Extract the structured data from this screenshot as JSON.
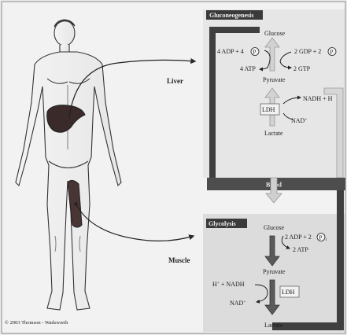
{
  "figure": {
    "gluconeogenesis_title": "Gluconeogenesis",
    "glycolysis_title": "Glycolysis",
    "blood_label": "Blood",
    "liver_label": "Liver",
    "muscle_label": "Muscle",
    "copyright": "© 2003 Thomson - Wadsworth"
  },
  "gluconeogenesis": {
    "glucose": "Glucose",
    "adp_left": "4 ADP + 4",
    "p_left": "P",
    "gdp_right": "2 GDP + 2",
    "p_right": "P",
    "atp_left": "4 ATP",
    "gtp_right": "2 GTP",
    "pyruvate": "Pyruvate",
    "nadh": "NADH + H",
    "ldh": "LDH",
    "nad": "NAD",
    "nad_sup": "+",
    "lactate": "Lactate"
  },
  "glycolysis": {
    "glucose": "Glucose",
    "adp": "2 ADP + 2",
    "p": "P",
    "p_suffix": "i",
    "atp": "2 ATP",
    "pyruvate": "Pyruvate",
    "h_nadh_h": "H",
    "h_nadh_sup": "+",
    "h_nadh_rest": " + NADH",
    "ldh": "LDH",
    "nad": "NAD",
    "nad_sup": "+",
    "lactate": "Lactate"
  },
  "colors": {
    "frame_gray": "#3a3a3a",
    "panel_bg": "#e2e2e2",
    "light_arrow": "#bdbdbd",
    "dark_arrow": "#4a4a4a",
    "liver_red": "#3a2a2a"
  },
  "icons": [
    "human-body-figure",
    "liver-organ",
    "thigh-muscle",
    "phosphate-circle"
  ]
}
